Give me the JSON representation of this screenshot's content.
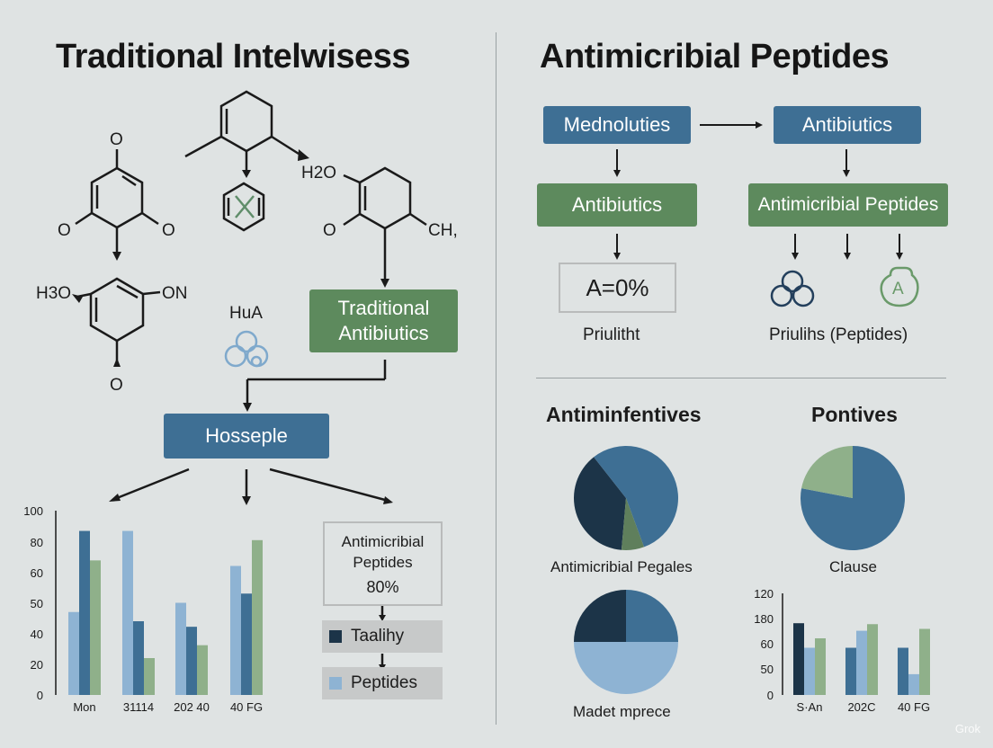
{
  "left_panel": {
    "title": "Traditional Intelwisess",
    "molecule_labels": {
      "o_top": "O",
      "o_left": "O",
      "o_right": "O",
      "h3o": "H3O",
      "on": "ON",
      "o_bottom": "O",
      "h2o": "H2O",
      "o_ring": "O",
      "ch": "CH,",
      "hua": "HuA"
    },
    "traditional_box": "Traditional\nAntibiutics",
    "hosseple_box": "Hosseple",
    "bar_chart": {
      "y_ticks": [
        "100",
        "80",
        "60",
        "50",
        "40",
        "20",
        "0"
      ],
      "categories": [
        "Mon",
        "31114",
        "202 40",
        "40 FG"
      ]
    },
    "info_box": {
      "title": "Antimicribial\nPeptides",
      "value": "80%"
    },
    "legend": [
      {
        "label": "Taalihy",
        "color": "#1c3448"
      },
      {
        "label": "Peptides",
        "color": "#8eb3d3"
      }
    ]
  },
  "right_panel": {
    "title": "Antimicribial Peptides",
    "flow": {
      "box1": "Mednoluties",
      "box2": "Antibiutics",
      "box3": "Antibiutics",
      "box4": "Antimicribial Peptides",
      "result_box": "A=0%",
      "caption_left": "Priulitht",
      "caption_right": "Priulihs (Peptides)",
      "icon_a": "A"
    },
    "pies": {
      "title_left": "Antiminfentives",
      "title_right": "Pontives",
      "caption_1": "Antimicribial Pegales",
      "caption_2": "Clause",
      "caption_3": "Madet mprece"
    },
    "bar_chart": {
      "y_ticks": [
        "120",
        "180",
        "60",
        "50",
        "0"
      ],
      "categories": [
        "S·An",
        "202C",
        "40 FG"
      ]
    }
  },
  "watermark": "Grok",
  "colors": {
    "background": "#dfe3e3",
    "dark_navy": "#1c3448",
    "steel_blue": "#3e6f94",
    "light_blue": "#8eb3d3",
    "sage_green": "#8fb08a",
    "box_green": "#5d8a5d"
  },
  "chart_data": [
    {
      "type": "bar",
      "categories": [
        "Mon",
        "31114",
        "202 40",
        "40 FG"
      ],
      "ylim": [
        0,
        100
      ],
      "series": [
        {
          "values": [
            45,
            89,
            50,
            70
          ]
        },
        {
          "values": [
            89,
            40,
            37,
            55
          ]
        },
        {
          "values": [
            73,
            20,
            27,
            84
          ]
        }
      ]
    },
    {
      "type": "pie",
      "values": [
        38,
        55,
        7
      ]
    },
    {
      "type": "pie",
      "values": [
        78,
        22
      ]
    },
    {
      "type": "pie",
      "values": [
        25,
        25,
        50
      ]
    },
    {
      "type": "bar",
      "categories": [
        "S·An",
        "202C",
        "40 FG"
      ],
      "series": [
        {
          "values": [
            76,
            50,
            50
          ]
        },
        {
          "values": [
            50,
            68,
            22
          ]
        },
        {
          "values": [
            60,
            75,
            70
          ]
        }
      ]
    }
  ]
}
